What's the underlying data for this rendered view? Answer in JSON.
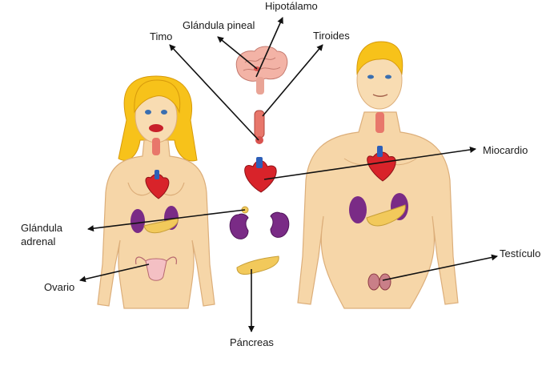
{
  "labels": {
    "hipotalamo": "Hipotálamo",
    "glandula_pineal": "Glándula pineal",
    "timo": "Timo",
    "tiroides": "Tiroides",
    "miocardio": "Miocardio",
    "glandula_adrenal_1": "Glándula",
    "glandula_adrenal_2": "adrenal",
    "ovario": "Ovario",
    "testiculo": "Testículo",
    "pancreas": "Páncreas"
  },
  "colors": {
    "skin": "#f6d6a8",
    "skin_shadow": "#e2b47c",
    "hair": "#f7c21a",
    "hair_dark": "#e3a10e",
    "heart": "#d8232a",
    "heart_vessel": "#2d5fb8",
    "kidney": "#7a2b86",
    "pancreas": "#f2c95b",
    "brain": "#f3b3a6",
    "thyroid": "#e8776b",
    "pointer": "#111111"
  }
}
